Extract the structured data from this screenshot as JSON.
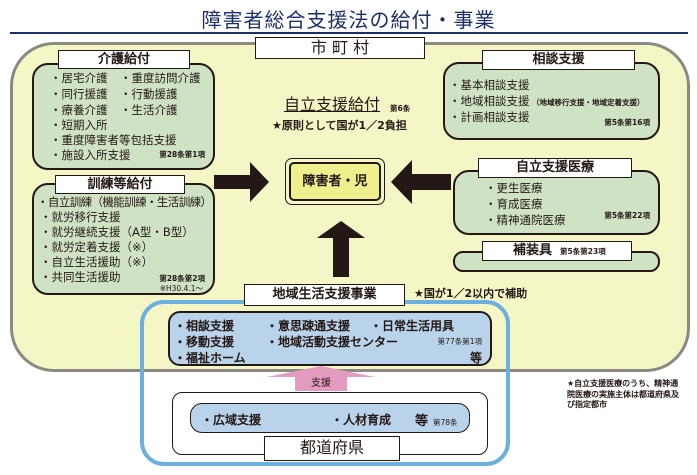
{
  "title": "障害者総合支援法の給付・事業",
  "municipality": "市 町 村",
  "kaigo": {
    "label": "介護給付",
    "items": [
      "・居宅介護",
      "・重度訪問介護",
      "・同行援護",
      "・行動援護",
      "・療養介護",
      "・生活介護",
      "・短期入所",
      "・重度障害者等包括支援",
      "・施設入所支援"
    ],
    "ref": "第28条第1項"
  },
  "kunren": {
    "label": "訓練等給付",
    "items": [
      "・自立訓練（機能訓練・生活訓練）",
      "・就労移行支援",
      "・就労継続支援（A型・B型）",
      "・就労定着支援（※）",
      "・自立生活援助（※）",
      "・共同生活援助"
    ],
    "ref": "第28条第2項",
    "note": "※H30.4.1～"
  },
  "jiritsu": {
    "label": "自立支援給付",
    "ref": "第6条",
    "note": "★原則として国が1／2負担"
  },
  "center": "障害者・児",
  "soudan": {
    "label": "相談支援",
    "items": [
      "・基本相談支援",
      "・地域相談支援",
      "（地域移行支援・地域定着支援）",
      "・計画相談支援"
    ],
    "ref": "第5条第16項"
  },
  "iryou": {
    "label": "自立支援医療",
    "items": [
      "・更生医療",
      "・育成医療",
      "・精神通院医療"
    ],
    "ref": "第5条第22項"
  },
  "hosougu": {
    "label": "補装具",
    "ref": "第5条第23項"
  },
  "chiiki": {
    "label": "地域生活支援事業",
    "note": "★国が1／2以内で補助",
    "items": [
      "・相談支援",
      "・意思疎通支援",
      "・日常生活用具",
      "・移動支援",
      "・地域活動支援センター",
      "・福祉ホーム"
    ],
    "ref": "第77条第1項",
    "etc": "等"
  },
  "support": "支援",
  "pref": {
    "label": "都道府県",
    "items": [
      "・広域支援",
      "・人材育成"
    ],
    "etc": "等",
    "ref": "第78条"
  },
  "footnote": "★自立支援医療のうち、精神通院医療の実施主体は都道府県及び指定都市",
  "colors": {
    "title": "#1d2f6b",
    "city_bg": "#f5f6c6",
    "green": "#cfe3c4",
    "blue": "#b8d3ea",
    "outline": "#6db0e0",
    "pink": "#e49bc0"
  }
}
